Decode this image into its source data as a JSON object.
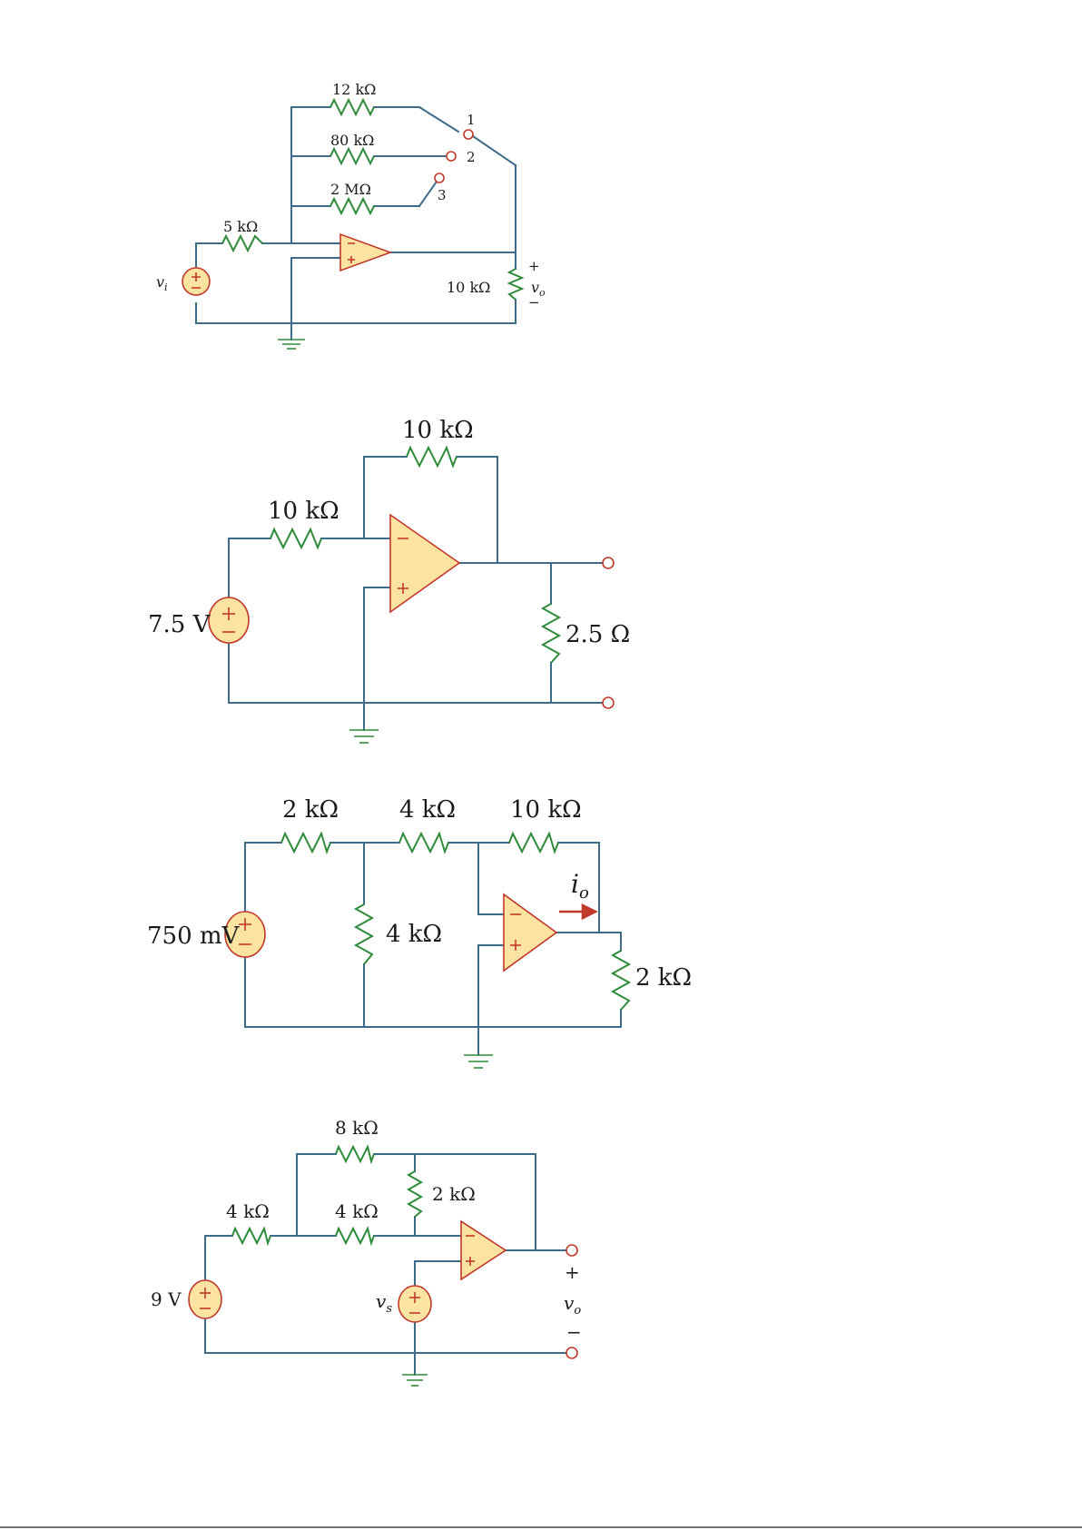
{
  "circuit1": {
    "r_12k": "12 kΩ",
    "r_80k": "80 kΩ",
    "r_2M": "2 MΩ",
    "r_5k": "5 kΩ",
    "r_load": "10 kΩ",
    "sw_pos_1": "1",
    "sw_pos_2": "2",
    "sw_pos_3": "3",
    "input_label": "v",
    "input_sub": "i",
    "output_label": "v",
    "output_sub": "o",
    "out_plus": "+",
    "out_minus": "−"
  },
  "circuit2": {
    "r_feedback": "10 kΩ",
    "r_input": "10 kΩ",
    "source": "7.5 V",
    "r_load": "2.5 Ω"
  },
  "circuit3": {
    "r1": "2 kΩ",
    "r2": "4 kΩ",
    "r_feedback": "10 kΩ",
    "r_shunt": "4 kΩ",
    "source": "750 mV",
    "r_load": "2 kΩ",
    "current_label": "i",
    "current_sub": "o"
  },
  "circuit4": {
    "r_feedback": "8 kΩ",
    "r_tee": "2 kΩ",
    "r_in1": "4 kΩ",
    "r_in2": "4 kΩ",
    "source": "9 V",
    "source2_label": "v",
    "source2_sub": "s",
    "output_label": "v",
    "output_sub": "o",
    "out_plus": "+",
    "out_minus": "−"
  }
}
